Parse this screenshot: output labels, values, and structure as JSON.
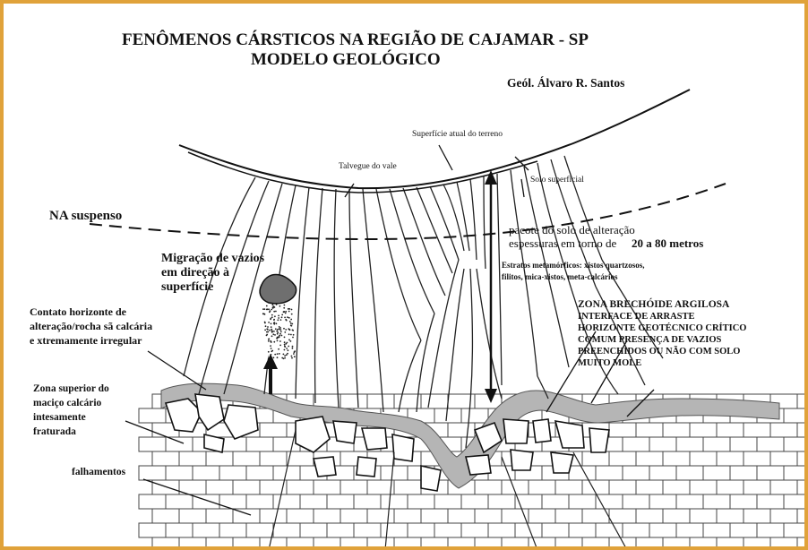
{
  "title": {
    "line1": "FENÔMENOS CÁRSTICOS NA REGIÃO DE CAJAMAR - SP",
    "line2": "MODELO GEOLÓGICO",
    "author": "Geól. Álvaro R. Santos"
  },
  "labels": {
    "superficie_atual": "Superfície atual do terreno",
    "talvegue": "Talvegue do vale",
    "solo_superficial": "Solo superficial",
    "na_suspenso": "NA suspenso",
    "pacote_1": "pacote do solo de alteração",
    "pacote_2": "espessuras em torno de",
    "pacote_3": "20 a 80 metros",
    "estratos_1": "Estratos metamórficos: xistos quartzosos,",
    "estratos_2": "filitos,  mica-xistos,  meta-calcários",
    "migracao_1": "Migração de vazios",
    "migracao_2": "em direção à",
    "migracao_3": "superfície",
    "contato_1": "Contato horizonte de",
    "contato_2": "alteração/rocha sã calcária",
    "contato_3": "e xtremamente irregular",
    "zona_sup_1": "Zona superior do",
    "zona_sup_2": "maciço calcário",
    "zona_sup_3": "intesamente",
    "zona_sup_4": "fraturada",
    "falhamentos": "falhamentos",
    "brechoide_1": "ZONA BRECHÓIDE ARGILOSA",
    "brechoide_2": "INTERFACE DE ARRASTE",
    "brechoide_3": "HORIZONTE GEOTÉCNICO CRÍTICO",
    "brechoide_4": "COMUM PRESENÇA DE VAZIOS",
    "brechoide_5": "PREENCHIDOS OU NÃO COM SOLO",
    "brechoide_6": "MUITO MOLE"
  },
  "colors": {
    "border": "#e0a23a",
    "ink": "#111111",
    "zone_gray": "#b5b5b5",
    "cavity_gray": "#6f6f6f"
  }
}
